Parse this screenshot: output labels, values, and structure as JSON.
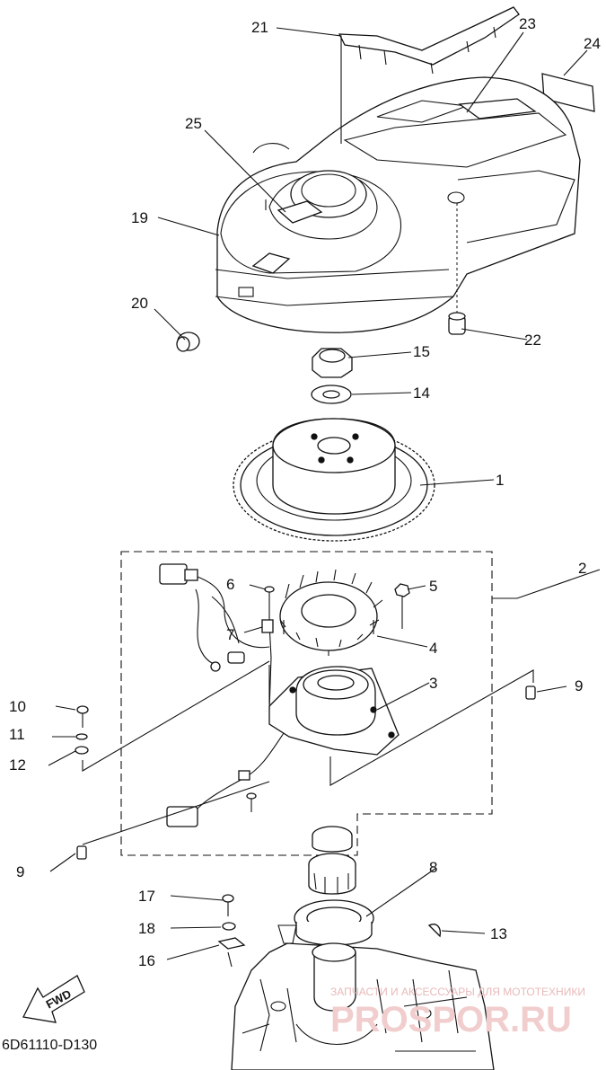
{
  "callouts": {
    "c1": "1",
    "c2": "2",
    "c3": "3",
    "c4": "4",
    "c5": "5",
    "c6": "6",
    "c7": "7",
    "c8": "8",
    "c9a": "9",
    "c9b": "9",
    "c10": "10",
    "c11": "11",
    "c12": "12",
    "c13": "13",
    "c14": "14",
    "c15": "15",
    "c16": "16",
    "c17": "17",
    "c18": "18",
    "c19": "19",
    "c20": "20",
    "c21": "21",
    "c22": "22",
    "c23": "23",
    "c24": "24",
    "c25": "25"
  },
  "fwd_label": "FWD",
  "diagram_code": "6D61110-D130",
  "watermark": {
    "tagline": "ЗАПЧАСТИ И АКСЕССУАРЫ ДЛЯ МОТОТЕХНИКИ",
    "brand": "PROSPOR.RU"
  }
}
